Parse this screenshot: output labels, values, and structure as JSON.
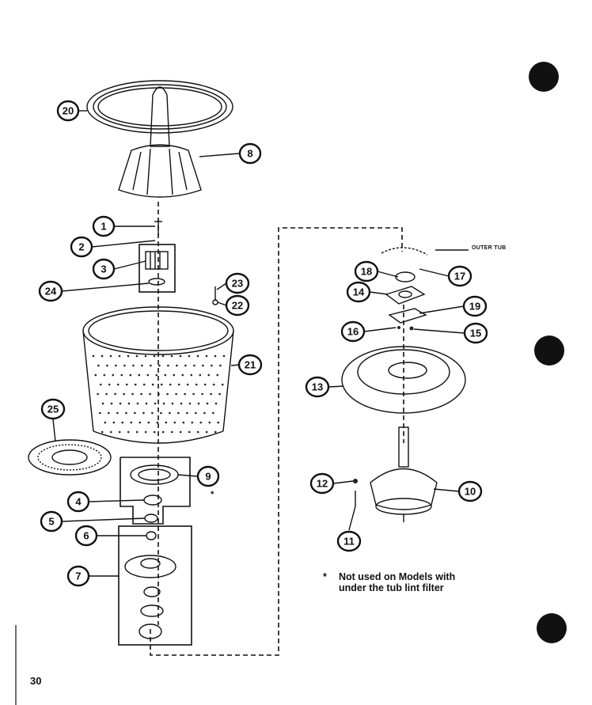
{
  "page_number": "30",
  "outer_tub_label": "OUTER TUB",
  "footnote": {
    "marker": "*",
    "text": "Not used on Models with under the tub lint filter"
  },
  "asterisk_marker": "*",
  "callouts": [
    {
      "id": "callout-20",
      "label": "20"
    },
    {
      "id": "callout-8",
      "label": "8"
    },
    {
      "id": "callout-1",
      "label": "1"
    },
    {
      "id": "callout-2",
      "label": "2"
    },
    {
      "id": "callout-3",
      "label": "3"
    },
    {
      "id": "callout-24",
      "label": "24"
    },
    {
      "id": "callout-23",
      "label": "23"
    },
    {
      "id": "callout-22",
      "label": "22"
    },
    {
      "id": "callout-21",
      "label": "21"
    },
    {
      "id": "callout-25",
      "label": "25"
    },
    {
      "id": "callout-9",
      "label": "9"
    },
    {
      "id": "callout-4",
      "label": "4"
    },
    {
      "id": "callout-5",
      "label": "5"
    },
    {
      "id": "callout-6",
      "label": "6"
    },
    {
      "id": "callout-7",
      "label": "7"
    },
    {
      "id": "callout-18",
      "label": "18"
    },
    {
      "id": "callout-17",
      "label": "17"
    },
    {
      "id": "callout-14",
      "label": "14"
    },
    {
      "id": "callout-19",
      "label": "19"
    },
    {
      "id": "callout-16",
      "label": "16"
    },
    {
      "id": "callout-15",
      "label": "15"
    },
    {
      "id": "callout-13",
      "label": "13"
    },
    {
      "id": "callout-12",
      "label": "12"
    },
    {
      "id": "callout-10",
      "label": "10"
    },
    {
      "id": "callout-11",
      "label": "11"
    }
  ]
}
